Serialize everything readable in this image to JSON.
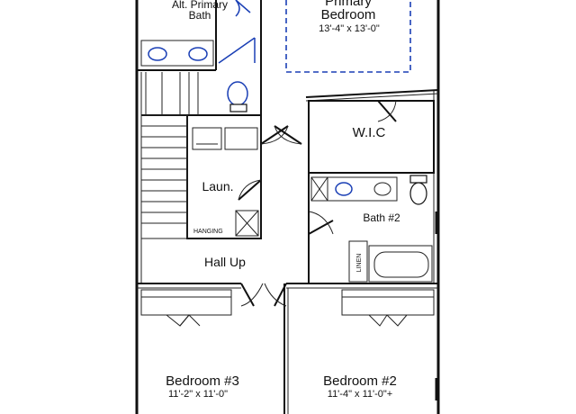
{
  "plan": {
    "rooms": {
      "alt_primary_bath": {
        "line1": "Alt. Primary",
        "line2": "Bath"
      },
      "primary_bedroom": {
        "line1": "Primary",
        "line2": "Bedroom",
        "size": "13'-4\" x 13'-0\""
      },
      "wic": {
        "label": "W.I.C"
      },
      "laundry": {
        "label": "Laun.",
        "hanging": "HANGING"
      },
      "bath2": {
        "label": "Bath #2"
      },
      "linen": {
        "label": "LINEN"
      },
      "hall": {
        "label": "Hall Up"
      },
      "bedroom3": {
        "label": "Bedroom #3",
        "size": "11'-2\" x 11'-0\""
      },
      "bedroom2": {
        "label": "Bedroom #2",
        "size": "11'-4\" x 11'-0\"+"
      }
    },
    "colors": {
      "walls": "#111111",
      "fixtures_highlight": "#1a3fb5",
      "background": "#ffffff"
    }
  }
}
